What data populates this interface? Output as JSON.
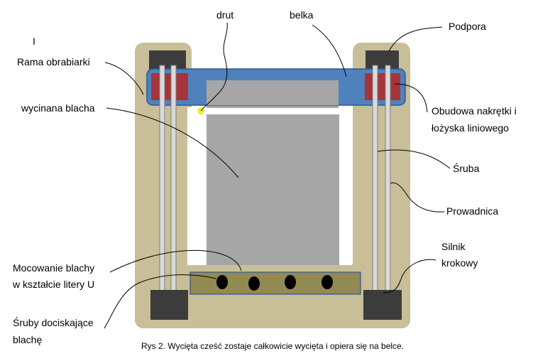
{
  "labels": {
    "drut": "drut",
    "belka": "belka",
    "podpora": "Podpora",
    "rama": "Rama obrabiarki",
    "blacha": "wycinana blacha",
    "obudowa_1": "Obudowa nakrętki i",
    "obudowa_2": "łożyska liniowego",
    "sruba": "Śruba",
    "prowadnica": "Prowadnica",
    "silnik_1": "Silnik",
    "silnik_2": "krokowy",
    "mocowanie_1": "Mocowanie blachy",
    "mocowanie_2": "w kształcie litery U",
    "sruby_1": "Śruby dociskające",
    "sruby_2": "blachę",
    "stray_mark": "I"
  },
  "caption": "Rys 2. Wycięta cześć zostaje całkowicie wycięta i opiera się na belce.",
  "colors": {
    "frame": "#c8bf98",
    "beam": "#4f81bd",
    "beam_border": "#2f5597",
    "housing": "#a5353a",
    "motor": "#3c3c3c",
    "sheet": "#a6a6a6",
    "clamp": "#938953",
    "bolt": "#000000",
    "wire_dot": "#ffff00"
  }
}
